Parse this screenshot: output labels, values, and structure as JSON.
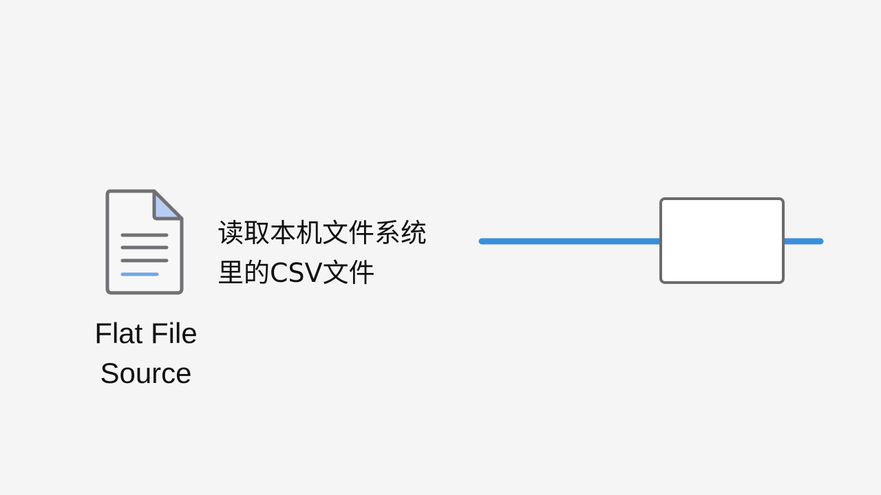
{
  "source_node": {
    "icon": "document-icon",
    "label_line1": "Flat File",
    "label_line2": "Source"
  },
  "description": {
    "line1": "读取本机文件系统",
    "line2": "里的CSV文件"
  },
  "colors": {
    "background": "#f5f5f5",
    "icon_stroke": "#707075",
    "icon_fold": "#b9cdf2",
    "icon_accent_line": "#6fa8e6",
    "connector": "#3a8fdc",
    "box_border": "#6b6b6f"
  }
}
